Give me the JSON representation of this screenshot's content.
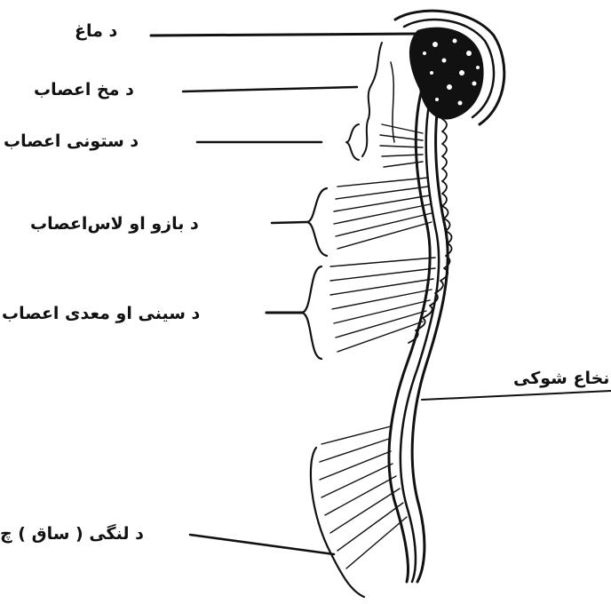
{
  "diagram": {
    "labels": {
      "brain": "د ماغ",
      "medulla": "د مخ اعصاب",
      "cervical": "د ستونی اعصاب",
      "arm": "د بازو او لاس‌اعصاب",
      "chest": "د سینی او معدی اعصاب",
      "spinal_cord": "نخاع شوکی",
      "leg": "د لنگی ( ساق ) چ"
    }
  }
}
